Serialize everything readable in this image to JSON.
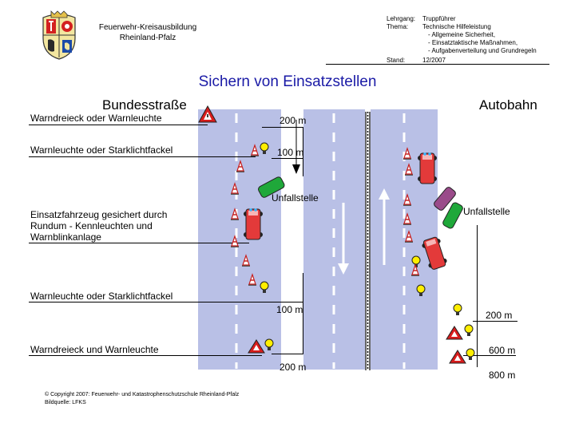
{
  "header": {
    "org_line1": "Feuerwehr-Kreisausbildung",
    "org_line2": "Rheinland-Pfalz",
    "meta_lehrgang_label": "Lehrgang:",
    "meta_lehrgang_value": "Truppführer",
    "meta_thema_label": "Thema:",
    "meta_thema_lines": [
      "Technische Hilfeleistung",
      "- Allgemeine Sicherheit,",
      "- Einsatztaktische Maßnahmen,",
      "- Aufgabenverteilung und Grundregeln"
    ],
    "meta_stand_label": "Stand:",
    "meta_stand_value": "12/2007"
  },
  "title": "Sichern von Einsatzstellen",
  "roads": {
    "left": "Bundesstraße",
    "right": "Autobahn"
  },
  "labels": {
    "warndreieck_leuchte_top": "Warndreieck oder Warnleuchte",
    "warnleuchte_fackel_top": "Warnleuchte oder Starklichtfackel",
    "einsatzfahrzeug": [
      "Einsatzfahrzeug gesichert durch",
      "Rundum - Kennleuchten und",
      "Warnblinkanlage"
    ],
    "warnleuchte_fackel_bottom": "Warnleuchte oder Starklichtfackel",
    "warndreieck_und_leuchte": "Warndreieck und Warnleuchte"
  },
  "distances": {
    "b_top_200": "200 m",
    "b_top_100": "100 m",
    "b_bottom_100": "100 m",
    "b_bottom_200": "200 m",
    "a_200": "200 m",
    "a_600": "600 m",
    "a_800": "800 m"
  },
  "unfallstelle": {
    "left": "Unfallstelle",
    "right": "Unfallstelle"
  },
  "footer": {
    "copyright": "© Copyright 2007: Feuerwehr- und Katastrophenschutzschule Rheinland-Pfalz",
    "bildquelle": "Bildquelle: LFKS"
  },
  "colors": {
    "road": "#b9c0e6",
    "title": "#1a1aa6",
    "fire_truck": "#e33a3a",
    "car_green": "#1fa83a",
    "car_purple": "#9a4b8a",
    "warning_red": "#d81c1c",
    "lamp_yellow": "#ffee00"
  }
}
